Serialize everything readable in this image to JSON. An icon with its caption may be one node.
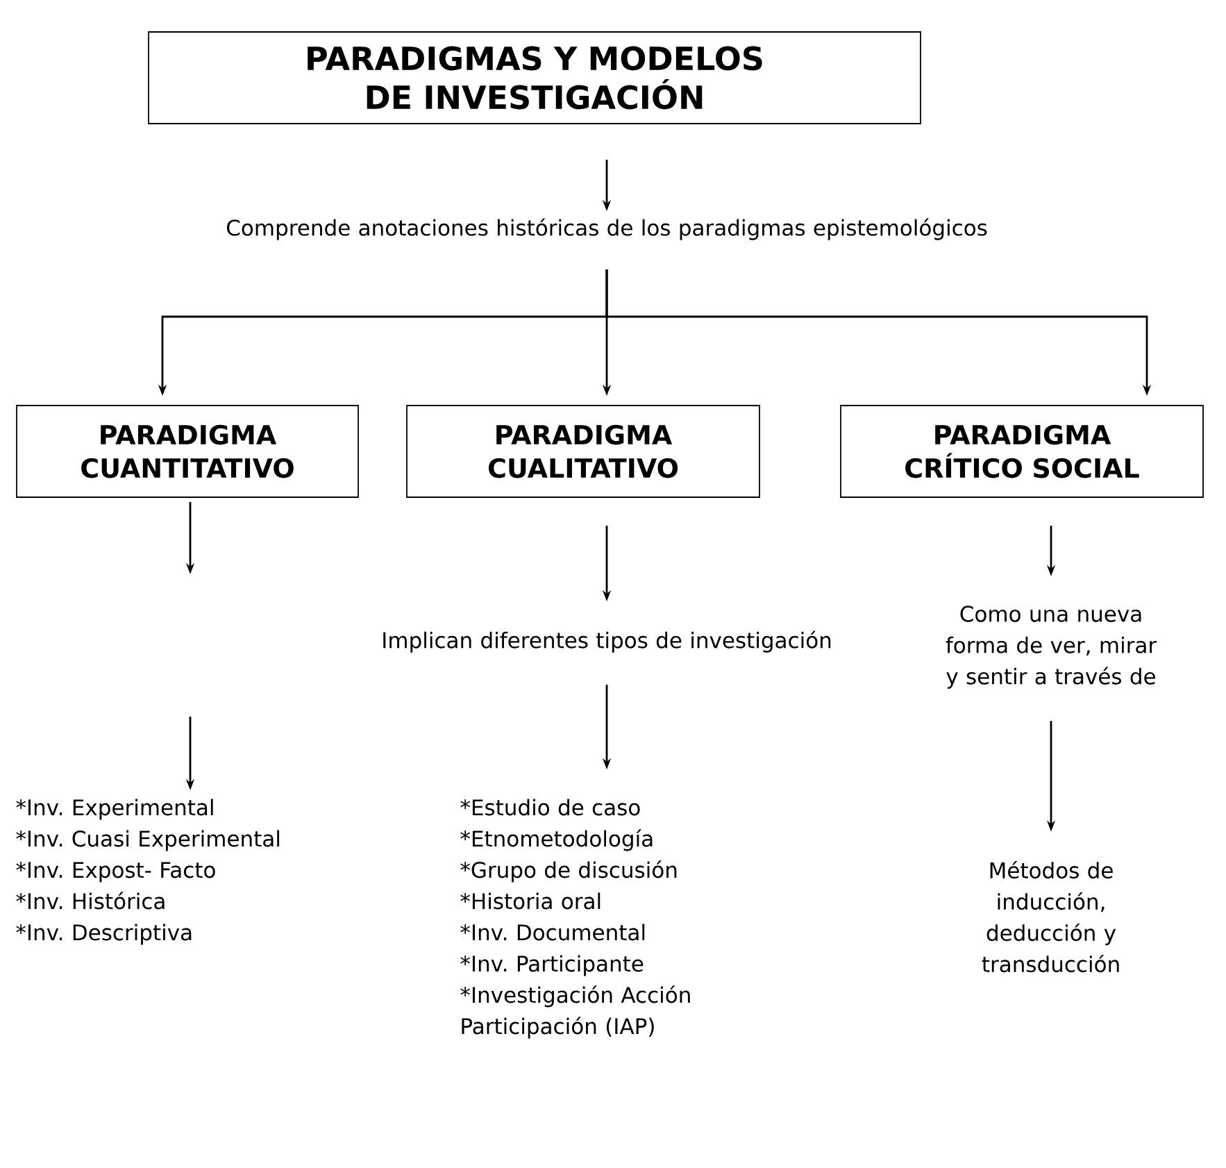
{
  "diagram": {
    "nodes": [
      {
        "text": [
          "PARADIGMAS Y MODELOS DE INVESTIGACIÓN"
        ]
      },
      {
        "text": [
          "Comprende anotaciones históricas de los paradigmas epistemológicos"
        ]
      },
      {
        "text": [
          "PARADIGMA CUANTITATIVO"
        ]
      },
      {
        "text": [
          "PARADIGMA CUALITATIVO"
        ]
      },
      {
        "text": [
          "PARADIGMA CRÍTICO SOCIAL"
        ]
      },
      {
        "text": [
          "Implican diferentes tipos de investigación"
        ]
      },
      {
        "text": [
          "Como una nueva forma de ver, mirar y sentir a través de"
        ]
      },
      {
        "text": [
          "*Inv. Experimental",
          "*Inv. Cuasi Experimental",
          "*Inv. Expost- Facto",
          "*Inv. Histórica",
          "*Inv. Descriptiva"
        ]
      },
      {
        "text": [
          "*Estudio de caso",
          "*Etnometodología",
          "*Grupo de discusión",
          "*Historia oral",
          "*Inv. Documental",
          "*Inv. Participante",
          "*Investigación Acción Participación (IAP)"
        ]
      },
      {
        "text": [
          "Métodos de inducción, deducción y transducción"
        ]
      }
    ],
    "edges": [
      {
        "from": 0,
        "to": 1,
        "arrow": "to"
      },
      {
        "from": 1,
        "to": 2,
        "arrow": "to"
      },
      {
        "from": 1,
        "to": 3,
        "arrow": "to"
      },
      {
        "from": 1,
        "to": 4,
        "arrow": "to"
      },
      {
        "from": 2,
        "to": null,
        "arrow": "to"
      },
      {
        "from": 3,
        "to": 5,
        "arrow": "to"
      },
      {
        "from": 4,
        "to": 6,
        "arrow": "to"
      },
      {
        "from": null,
        "to": 7,
        "arrow": "to"
      },
      {
        "from": 5,
        "to": 8,
        "arrow": "to"
      },
      {
        "from": 6,
        "to": 9,
        "arrow": "to"
      }
    ]
  }
}
